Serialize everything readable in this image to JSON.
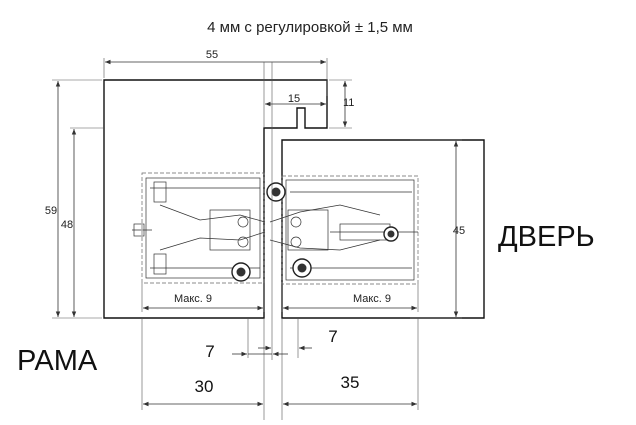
{
  "title": "4 мм с регулировкой ± 1,5 мм",
  "labels": {
    "frame": "РАМА",
    "door": "ДВЕРЬ"
  },
  "dimensions": {
    "width_55": "55",
    "width_15": "15",
    "height_11": "11",
    "height_59": "59",
    "height_48": "48",
    "height_45": "45",
    "max_left": "Макс. 9",
    "max_right": "Макс. 9",
    "gap_left_7": "7",
    "gap_right_7": "7",
    "depth_30": "30",
    "depth_35": "35"
  }
}
